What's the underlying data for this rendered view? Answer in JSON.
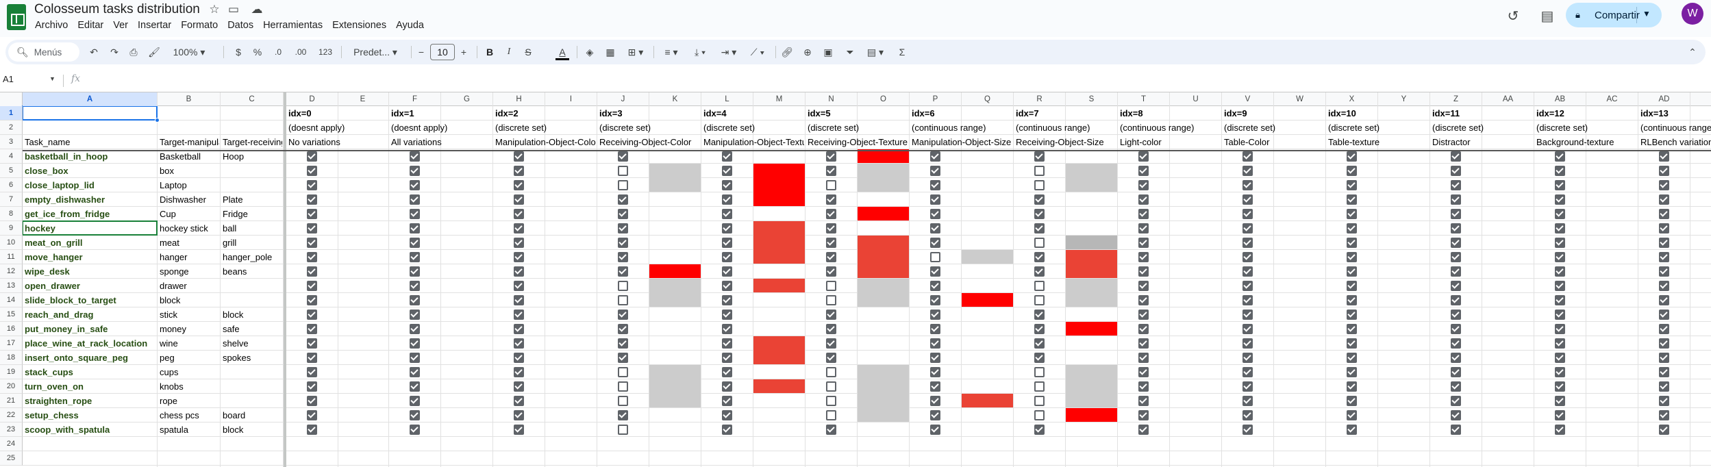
{
  "app": {
    "doc_title": "Colosseum tasks distribution",
    "menu": [
      "Archivo",
      "Editar",
      "Ver",
      "Insertar",
      "Formato",
      "Datos",
      "Herramientas",
      "Extensiones",
      "Ayuda"
    ],
    "share_label": "Compartir",
    "avatar_letter": "W"
  },
  "toolbar": {
    "search_placeholder": "Menús",
    "zoom": "100%",
    "currency": "$",
    "percent": "%",
    "decrease_decimals": ".0",
    "increase_decimals": ".00",
    "number_format": "123",
    "font_name": "Predet...",
    "font_size": "10",
    "bold": "B",
    "italic": "I",
    "strike": "S",
    "text_color": "A",
    "function": "Σ"
  },
  "formula_bar": {
    "name_box": "A1",
    "fx": "fx",
    "value": ""
  },
  "grid": {
    "columns": [
      "A",
      "B",
      "C",
      "D",
      "E",
      "F",
      "G",
      "H",
      "I",
      "J",
      "K",
      "L",
      "M",
      "N",
      "O",
      "P",
      "Q",
      "R",
      "S",
      "T",
      "U",
      "V",
      "W",
      "X",
      "Y",
      "Z",
      "AA",
      "AB",
      "AC",
      "AD"
    ],
    "rows": [
      "1",
      "2",
      "3",
      "4",
      "5",
      "6",
      "7",
      "8",
      "9",
      "10",
      "11",
      "12",
      "13",
      "14",
      "15",
      "16",
      "17",
      "18",
      "19",
      "20",
      "21",
      "22",
      "23",
      "24",
      "25"
    ],
    "selected_column": "A",
    "selected_row": "1",
    "header_row3": [
      "Task_name",
      "Target-manipulation",
      "Target-receiving"
    ],
    "factors": [
      {
        "idx": "idx=0",
        "kind": "(doesnt apply)",
        "name": "No variations"
      },
      {
        "idx": "idx=1",
        "kind": "(doesnt apply)",
        "name": "All variations"
      },
      {
        "idx": "idx=2",
        "kind": "(discrete set)",
        "name": "Manipulation-Object-Color"
      },
      {
        "idx": "idx=3",
        "kind": "(discrete set)",
        "name": "Receiving-Object-Color"
      },
      {
        "idx": "idx=4",
        "kind": "(discrete set)",
        "name": "Manipulation-Object-Texture"
      },
      {
        "idx": "idx=5",
        "kind": "(discrete set)",
        "name": "Receiving-Object-Texture"
      },
      {
        "idx": "idx=6",
        "kind": "(continuous range)",
        "name": "Manipulation-Object-Size"
      },
      {
        "idx": "idx=7",
        "kind": "(continuous range)",
        "name": "Receiving-Object-Size"
      },
      {
        "idx": "idx=8",
        "kind": "(continuous range)",
        "name": "Light-color"
      },
      {
        "idx": "idx=9",
        "kind": "(discrete set)",
        "name": "Table-Color"
      },
      {
        "idx": "idx=10",
        "kind": "(discrete set)",
        "name": "Table-texture"
      },
      {
        "idx": "idx=11",
        "kind": "(discrete set)",
        "name": "Distractor"
      },
      {
        "idx": "idx=12",
        "kind": "(discrete set)",
        "name": "Background-texture"
      },
      {
        "idx": "idx=13",
        "kind": "(continuous range)",
        "name": "RLBench variations"
      }
    ],
    "tasks": [
      {
        "name": "basketball_in_hoop",
        "manip": "Basketball",
        "recv": "Hoop"
      },
      {
        "name": "close_box",
        "manip": "box",
        "recv": ""
      },
      {
        "name": "close_laptop_lid",
        "manip": "Laptop",
        "recv": ""
      },
      {
        "name": "empty_dishwasher",
        "manip": "Dishwasher",
        "recv": "Plate"
      },
      {
        "name": "get_ice_from_fridge",
        "manip": "Cup",
        "recv": "Fridge"
      },
      {
        "name": "hockey",
        "manip": "hockey stick",
        "recv": "ball"
      },
      {
        "name": "meat_on_grill",
        "manip": "meat",
        "recv": "grill"
      },
      {
        "name": "move_hanger",
        "manip": "hanger",
        "recv": "hanger_pole"
      },
      {
        "name": "wipe_desk",
        "manip": "sponge",
        "recv": "beans"
      },
      {
        "name": "open_drawer",
        "manip": "drawer",
        "recv": ""
      },
      {
        "name": "slide_block_to_target",
        "manip": "block",
        "recv": ""
      },
      {
        "name": "reach_and_drag",
        "manip": "stick",
        "recv": "block"
      },
      {
        "name": "put_money_in_safe",
        "manip": "money",
        "recv": "safe"
      },
      {
        "name": "place_wine_at_rack_location",
        "manip": "wine",
        "recv": "shelve"
      },
      {
        "name": "insert_onto_square_peg",
        "manip": "peg",
        "recv": "spokes"
      },
      {
        "name": "stack_cups",
        "manip": "cups",
        "recv": ""
      },
      {
        "name": "turn_oven_on",
        "manip": "knobs",
        "recv": ""
      },
      {
        "name": "straighten_rope",
        "manip": "rope",
        "recv": ""
      },
      {
        "name": "setup_chess",
        "manip": "chess pcs",
        "recv": "board"
      },
      {
        "name": "scoop_with_spatula",
        "manip": "spatula",
        "recv": "block"
      }
    ],
    "checks": [
      [
        1,
        1,
        1,
        1,
        1,
        1,
        1,
        1,
        1,
        1,
        1,
        1,
        1,
        1
      ],
      [
        1,
        1,
        1,
        0,
        1,
        1,
        1,
        0,
        1,
        1,
        1,
        1,
        1,
        1
      ],
      [
        1,
        1,
        1,
        0,
        1,
        0,
        1,
        0,
        1,
        1,
        1,
        1,
        1,
        1
      ],
      [
        1,
        1,
        1,
        1,
        1,
        1,
        1,
        1,
        1,
        1,
        1,
        1,
        1,
        1
      ],
      [
        1,
        1,
        1,
        1,
        1,
        1,
        1,
        1,
        1,
        1,
        1,
        1,
        1,
        1
      ],
      [
        1,
        1,
        1,
        1,
        1,
        1,
        1,
        1,
        1,
        1,
        1,
        1,
        1,
        1
      ],
      [
        1,
        1,
        1,
        1,
        1,
        1,
        1,
        0,
        1,
        1,
        1,
        1,
        1,
        1
      ],
      [
        1,
        1,
        1,
        1,
        1,
        1,
        0,
        1,
        1,
        1,
        1,
        1,
        1,
        1
      ],
      [
        1,
        1,
        1,
        1,
        1,
        1,
        1,
        1,
        1,
        1,
        1,
        1,
        1,
        1
      ],
      [
        1,
        1,
        1,
        0,
        1,
        0,
        1,
        0,
        1,
        1,
        1,
        1,
        1,
        1
      ],
      [
        1,
        1,
        1,
        0,
        1,
        0,
        1,
        0,
        1,
        1,
        1,
        1,
        1,
        1
      ],
      [
        1,
        1,
        1,
        1,
        1,
        1,
        1,
        1,
        1,
        1,
        1,
        1,
        1,
        1
      ],
      [
        1,
        1,
        1,
        1,
        1,
        1,
        1,
        1,
        1,
        1,
        1,
        1,
        1,
        1
      ],
      [
        1,
        1,
        1,
        1,
        1,
        1,
        1,
        1,
        1,
        1,
        1,
        1,
        1,
        1
      ],
      [
        1,
        1,
        1,
        1,
        1,
        1,
        1,
        1,
        1,
        1,
        1,
        1,
        1,
        1
      ],
      [
        1,
        1,
        1,
        0,
        1,
        0,
        1,
        0,
        1,
        1,
        1,
        1,
        1,
        1
      ],
      [
        1,
        1,
        1,
        0,
        1,
        0,
        1,
        0,
        1,
        1,
        1,
        1,
        1,
        1
      ],
      [
        1,
        1,
        1,
        0,
        1,
        0,
        1,
        0,
        1,
        1,
        1,
        1,
        1,
        1
      ],
      [
        1,
        1,
        1,
        1,
        1,
        0,
        1,
        0,
        1,
        1,
        1,
        1,
        1,
        1
      ],
      [
        1,
        1,
        1,
        0,
        1,
        1,
        1,
        1,
        1,
        1,
        1,
        1,
        1,
        1
      ]
    ],
    "fill_colors": {
      "red": "#ff0000",
      "soft_red": "#ea4335",
      "gray": "#cccccc",
      "dark_gray": "#b7b7b7"
    },
    "fills": [
      {
        "col": "O",
        "r1": 4,
        "r2": 4,
        "color": "red"
      },
      {
        "col": "K",
        "r1": 5,
        "r2": 6,
        "color": "gray"
      },
      {
        "col": "M",
        "r1": 5,
        "r2": 7,
        "color": "red"
      },
      {
        "col": "O",
        "r1": 5,
        "r2": 6,
        "color": "gray"
      },
      {
        "col": "S",
        "r1": 5,
        "r2": 6,
        "color": "gray"
      },
      {
        "col": "O",
        "r1": 8,
        "r2": 8,
        "color": "red"
      },
      {
        "col": "M",
        "r1": 9,
        "r2": 11,
        "color": "soft_red"
      },
      {
        "col": "O",
        "r1": 10,
        "r2": 12,
        "color": "soft_red"
      },
      {
        "col": "S",
        "r1": 10,
        "r2": 10,
        "color": "dark_gray"
      },
      {
        "col": "Q",
        "r1": 11,
        "r2": 11,
        "color": "gray"
      },
      {
        "col": "S",
        "r1": 11,
        "r2": 12,
        "color": "soft_red"
      },
      {
        "col": "K",
        "r1": 12,
        "r2": 12,
        "color": "red"
      },
      {
        "col": "K",
        "r1": 13,
        "r2": 14,
        "color": "gray"
      },
      {
        "col": "M",
        "r1": 13,
        "r2": 13,
        "color": "soft_red"
      },
      {
        "col": "O",
        "r1": 13,
        "r2": 14,
        "color": "gray"
      },
      {
        "col": "S",
        "r1": 13,
        "r2": 14,
        "color": "gray"
      },
      {
        "col": "Q",
        "r1": 14,
        "r2": 14,
        "color": "red"
      },
      {
        "col": "S",
        "r1": 16,
        "r2": 16,
        "color": "red"
      },
      {
        "col": "M",
        "r1": 17,
        "r2": 18,
        "color": "soft_red"
      },
      {
        "col": "K",
        "r1": 19,
        "r2": 21,
        "color": "gray"
      },
      {
        "col": "O",
        "r1": 19,
        "r2": 22,
        "color": "gray"
      },
      {
        "col": "S",
        "r1": 19,
        "r2": 21,
        "color": "gray"
      },
      {
        "col": "M",
        "r1": 20,
        "r2": 20,
        "color": "soft_red"
      },
      {
        "col": "Q",
        "r1": 21,
        "r2": 21,
        "color": "soft_red"
      },
      {
        "col": "S",
        "r1": 22,
        "r2": 22,
        "color": "red"
      }
    ]
  }
}
